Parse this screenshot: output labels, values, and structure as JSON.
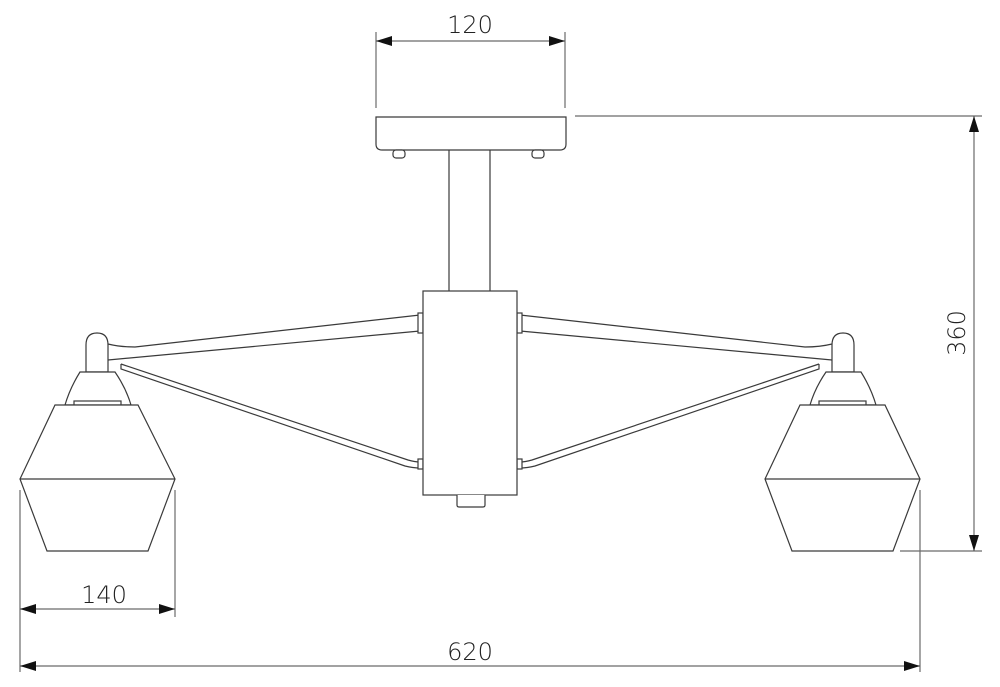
{
  "drawing": {
    "title": "Ceiling lamp dimension drawing",
    "units": "mm",
    "colors": {
      "line": "#3a3a3a",
      "dimension": "#6a6a6a",
      "arrow": "#111111",
      "background": "#ffffff"
    }
  },
  "dimensions": {
    "canopy_width": {
      "label": "120"
    },
    "overall_height": {
      "label": "360"
    },
    "shade_width": {
      "label": "140"
    },
    "overall_width": {
      "label": "620"
    }
  },
  "components": [
    {
      "name": "ceiling-canopy"
    },
    {
      "name": "stem"
    },
    {
      "name": "central-body"
    },
    {
      "name": "left-arm"
    },
    {
      "name": "right-arm"
    },
    {
      "name": "left-shade"
    },
    {
      "name": "right-shade"
    }
  ]
}
